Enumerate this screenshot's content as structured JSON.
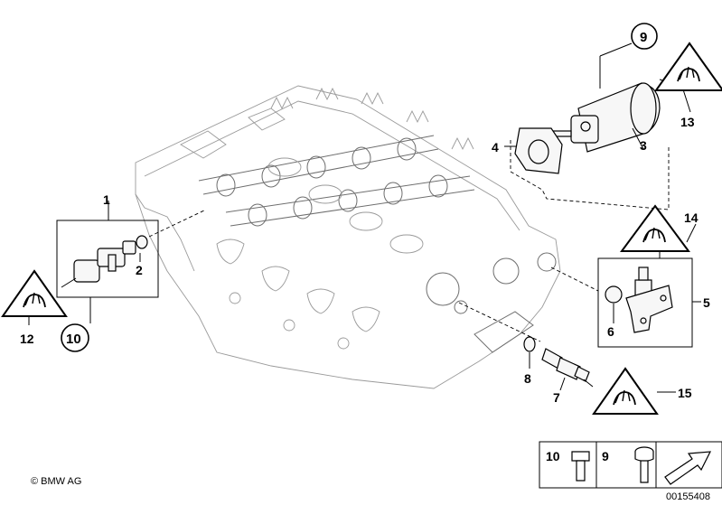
{
  "labels": {
    "l1": "1",
    "l2": "2",
    "l3": "3",
    "l4": "4",
    "l5": "5",
    "l6": "6",
    "l7": "7",
    "l8": "8",
    "l9": "9",
    "l10": "10",
    "l12": "12",
    "l13": "13",
    "l14": "14",
    "l15": "15"
  },
  "legend": {
    "bolt_a_num": "10",
    "bolt_b_num": "9"
  },
  "footer": {
    "copyright": "© BMW AG",
    "drawing_no": "00155408"
  },
  "icons": [
    "warning-triangle-icon",
    "bolt-icon",
    "arrow-icon"
  ]
}
